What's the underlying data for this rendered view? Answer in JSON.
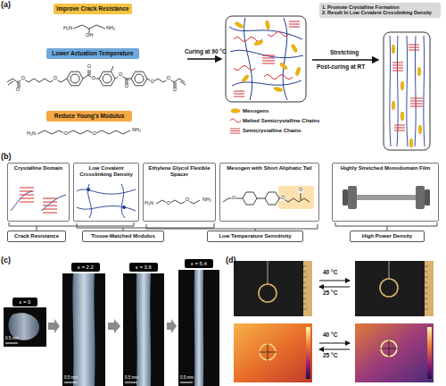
{
  "diagram": {
    "nodes": [
      {
        "text": [
          "Improve Crack Resistance"
        ]
      },
      {
        "text": [
          "Lower Actuation Temperature"
        ]
      },
      {
        "text": [
          "Reduce Young's Modulus"
        ]
      },
      {
        "text": [
          "1. Promote Crystalline Formation",
          "2. Result In Low Covalent Crosslinking Density"
        ]
      },
      {
        "text": [
          "Crystalline Domain"
        ]
      },
      {
        "text": [
          "Low Covalent Crosslinking Density"
        ]
      },
      {
        "text": [
          "Ethylene Glycol Flexible Spacer"
        ]
      },
      {
        "text": [
          "Mesogen with Short Aliphatic Tail"
        ]
      },
      {
        "text": [
          "Highly Stretched Monodomain Film"
        ]
      },
      {
        "text": [
          "Crack Resistance"
        ]
      },
      {
        "text": [
          "Tissue-Matched Modulus"
        ]
      },
      {
        "text": [
          "Low Temperature Sensitivity"
        ]
      },
      {
        "text": [
          "High Power Density"
        ]
      },
      {
        "text": [
          "ε = 0"
        ]
      },
      {
        "text": [
          "ε = 2.2"
        ]
      },
      {
        "text": [
          "ε = 3.6"
        ]
      },
      {
        "text": [
          "ε = 5.4"
        ]
      }
    ],
    "labels": [
      "(a)",
      "H₂N",
      "OH",
      "NH₂",
      "O",
      "O",
      "O",
      "O",
      "O",
      "O",
      "O",
      "O",
      "O",
      "O",
      "Curing at 90 °C",
      "H₂N",
      "O",
      "O",
      "NH₂",
      "Stretching",
      "Post-curing at RT",
      "(b)",
      "H₂N",
      "O",
      "O",
      "NH₂",
      "O",
      "O",
      "O",
      "(c)",
      "0.5 mm",
      "0.5 mm",
      "0.5 mm",
      "0.5 mm",
      "(d)",
      "40 °C",
      "25 °C",
      "40 °C",
      "25 °C"
    ],
    "legend": [
      {
        "text": "Mesogens"
      },
      {
        "text": "Melted Semicrystalline Chains"
      },
      {
        "text": "Semicrystalline Chains"
      }
    ]
  }
}
